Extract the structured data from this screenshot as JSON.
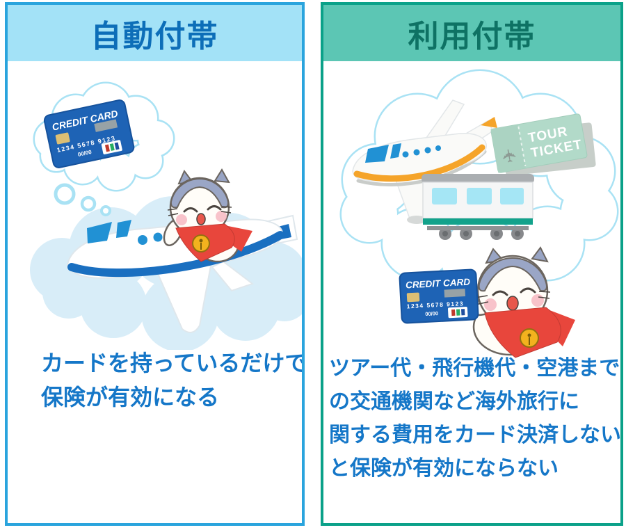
{
  "left_panel": {
    "title": "自動付帯",
    "caption_lines": [
      "カードを持っているだけで",
      "保険が有効になる"
    ],
    "colors": {
      "border": "#2aa4dd",
      "header_bg": "#a3e2f7",
      "title": "#0d6eb8",
      "caption": "#1577c8"
    }
  },
  "right_panel": {
    "title": "利用付帯",
    "caption_lines": [
      "ツアー代・飛行機代・空港まで",
      "の交通機関など海外旅行に",
      "関する費用をカード決済しない",
      "と保険が有効にならない"
    ],
    "colors": {
      "border": "#0ba189",
      "header_bg": "#5cc6b4",
      "title": "#0e7264",
      "caption": "#1577c8"
    }
  },
  "credit_card": {
    "label": "CREDIT CARD",
    "number": "1234 5678 9123",
    "expiry": "00/00",
    "color": "#1e63b5"
  },
  "ticket": {
    "line1": "TOUR",
    "line2": "TICKET",
    "color": "#b2dac9"
  },
  "illustration_colors": {
    "cloud_outline": "#a9e2f4",
    "soft_cloud_fill": "#d8edf8",
    "plane_blue": "#1a6fc0",
    "plane_window_blue": "#2191d4",
    "plane_orange": "#f5a42a",
    "train_teal": "#12a28b",
    "scarf_red": "#e8463c",
    "bell_gold": "#f3b21e"
  }
}
